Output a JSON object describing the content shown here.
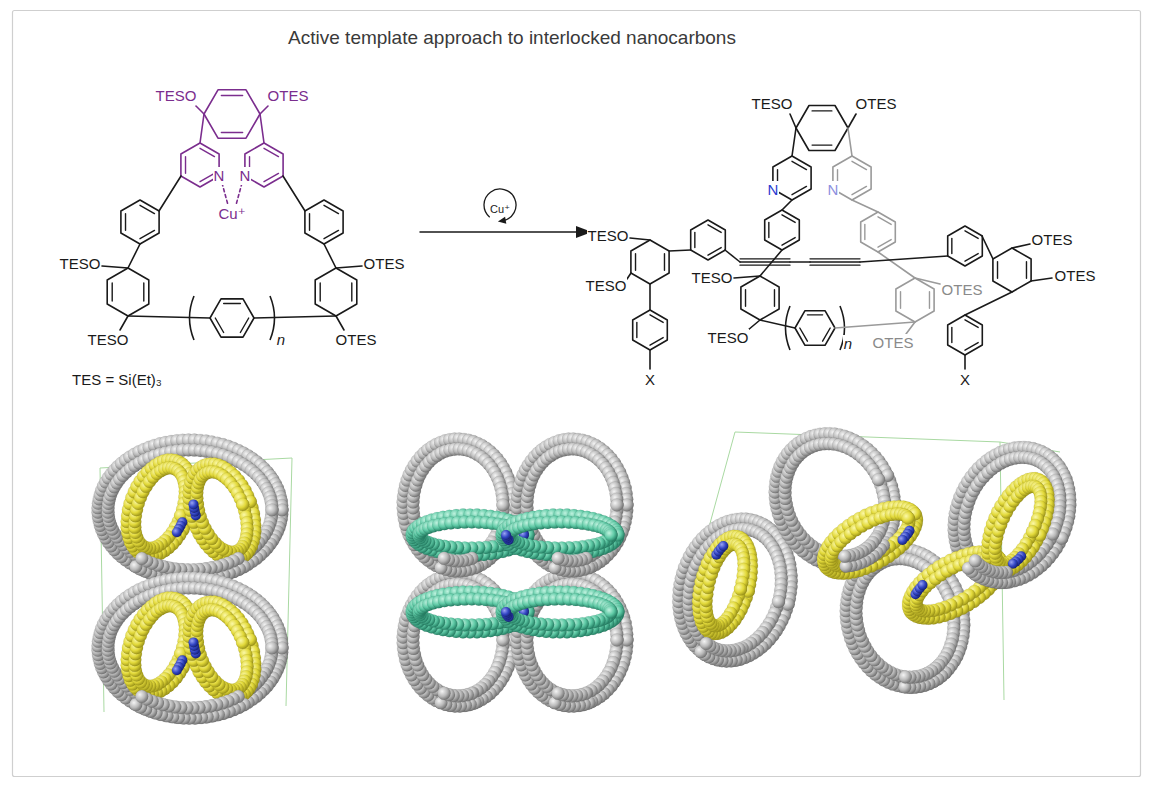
{
  "diagram": {
    "title": "Active template approach to interlocked nanocarbons",
    "labels": [
      "TESO",
      "OTES",
      "N",
      "N",
      "Cu⁺",
      "TESO",
      "OTES",
      "TESO",
      "n",
      "OTES",
      "TES = Si(Et)₃",
      "Cu⁺",
      "TESO",
      "OTES",
      "N",
      "N",
      "TESO",
      "OTES",
      "TESO",
      "TESO",
      "OTES",
      "OTES",
      "TESO",
      "n",
      "OTES",
      "X",
      "X"
    ]
  }
}
